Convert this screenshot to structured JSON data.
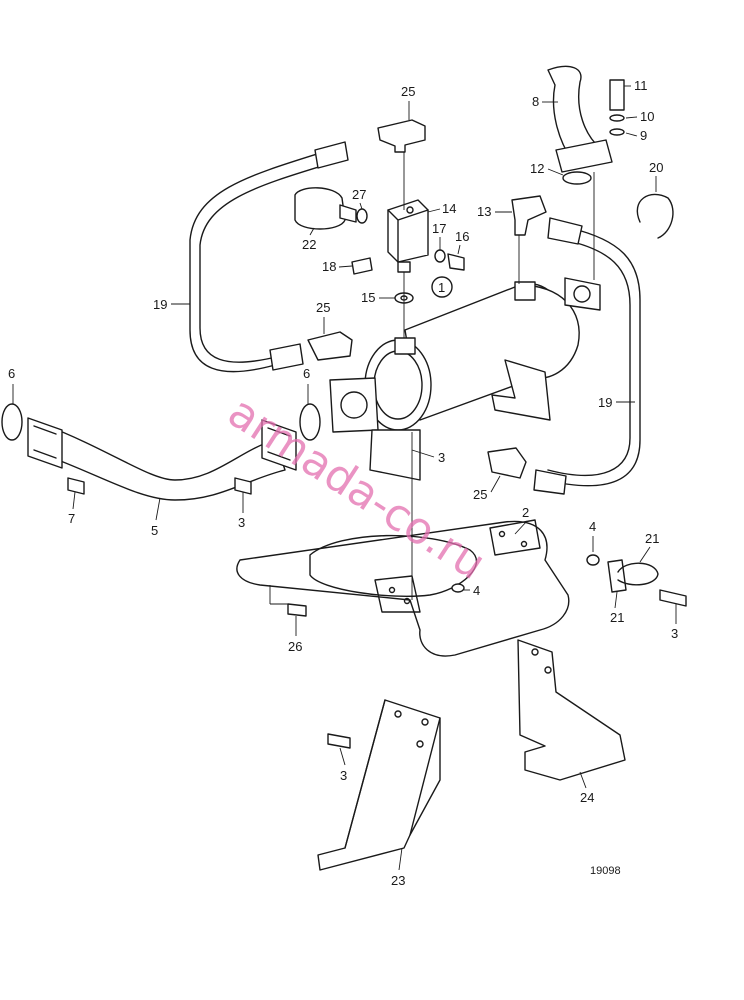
{
  "figure_number": "19098",
  "watermark": "armada-co.ru",
  "callouts": {
    "c1": "1",
    "c2": "2",
    "c3a": "3",
    "c3b": "3",
    "c3c": "3",
    "c3d": "3",
    "c4a": "4",
    "c4b": "4",
    "c5": "5",
    "c6a": "6",
    "c6b": "6",
    "c7": "7",
    "c8": "8",
    "c9": "9",
    "c10": "10",
    "c11": "11",
    "c12": "12",
    "c13": "13",
    "c14": "14",
    "c15": "15",
    "c16": "16",
    "c17": "17",
    "c18": "18",
    "c19a": "19",
    "c19b": "19",
    "c20": "20",
    "c21a": "21",
    "c21b": "21",
    "c22": "22",
    "c23": "23",
    "c24": "24",
    "c25a": "25",
    "c25b": "25",
    "c25c": "25",
    "c26": "26",
    "c27": "27"
  },
  "colors": {
    "line": "#1a1a1a",
    "watermark": "#e36fb0",
    "background": "#ffffff"
  }
}
